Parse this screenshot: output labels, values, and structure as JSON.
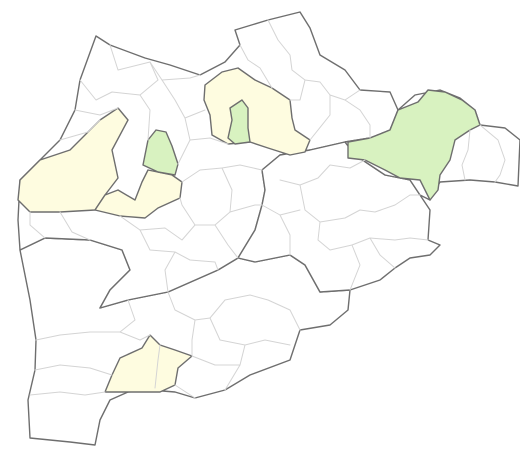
{
  "map": {
    "colors": {
      "background": "#ffffff",
      "region_fill": "#ffffff",
      "low_highlight": "#fefce0",
      "high_highlight": "#d8f2c0",
      "outer_border": "#6e6e6e",
      "inner_border": "#d4d4d4"
    },
    "regions": [
      {
        "id": "region-north",
        "category": "none"
      },
      {
        "id": "region-west-large",
        "category": "none"
      },
      {
        "id": "region-center",
        "category": "none"
      },
      {
        "id": "region-east",
        "category": "none"
      },
      {
        "id": "region-south",
        "category": "none"
      },
      {
        "id": "region-northeast-tip",
        "category": "none"
      },
      {
        "id": "district-west-yellow",
        "category": "low"
      },
      {
        "id": "district-west-strip-yellow",
        "category": "low"
      },
      {
        "id": "district-west-green",
        "category": "high"
      },
      {
        "id": "district-north-yellow",
        "category": "low"
      },
      {
        "id": "district-north-green",
        "category": "high"
      },
      {
        "id": "district-east-green",
        "category": "high"
      },
      {
        "id": "district-south-yellow",
        "category": "low"
      }
    ]
  }
}
